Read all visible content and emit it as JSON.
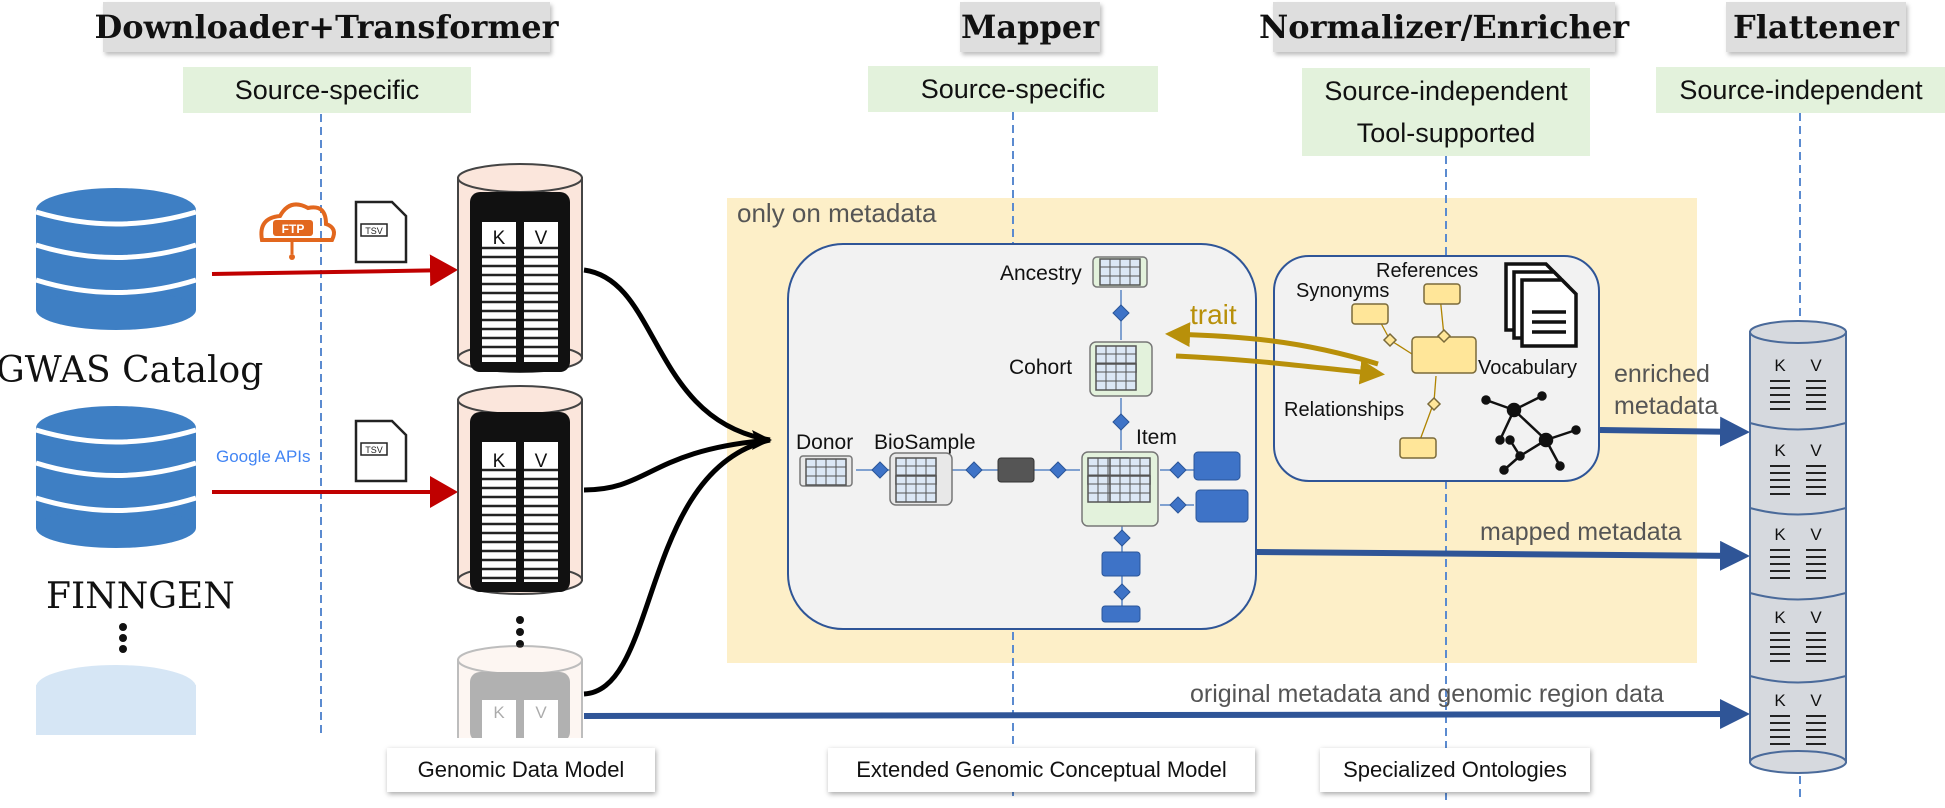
{
  "headers": {
    "downloader": "Downloader+Transformer",
    "mapper": "Mapper",
    "normalizer": "Normalizer/Enricher",
    "flattener": "Flattener"
  },
  "subheaders": {
    "downloader": "Source-specific",
    "mapper": "Source-specific",
    "normalizer_line1": "Source-independent",
    "normalizer_line2": "Tool-supported",
    "flattener": "Source-independent"
  },
  "sources": {
    "gwas": "GWAS Catalog",
    "finngen": "FINNGEN",
    "ftp": "FTP",
    "google_apis": "Google APIs",
    "tsv": "TSV"
  },
  "kv": {
    "k": "K",
    "v": "V"
  },
  "metadata_region": "only on metadata",
  "entities": {
    "ancestry": "Ancestry",
    "cohort": "Cohort",
    "donor": "Donor",
    "biosample": "BioSample",
    "item": "Item"
  },
  "ontology": {
    "synonyms": "Synonyms",
    "references": "References",
    "vocabulary": "Vocabulary",
    "relationships": "Relationships",
    "trait": "trait"
  },
  "flows": {
    "enriched_1": "enriched",
    "enriched_2": "metadata",
    "mapped": "mapped metadata",
    "original": "original metadata and genomic region data"
  },
  "models": {
    "genomic": "Genomic Data Model",
    "extended": "Extended Genomic Conceptual Model",
    "ontologies": "Specialized Ontologies"
  },
  "colors": {
    "db_blue": "#3e7fc4",
    "red_arrow": "#c00000",
    "blue_arrow": "#2f5597",
    "trait": "#b8900a",
    "metadata_bg": "#fdefc8",
    "header_gray": "#dedede",
    "sub_green": "#e3f2dc"
  }
}
